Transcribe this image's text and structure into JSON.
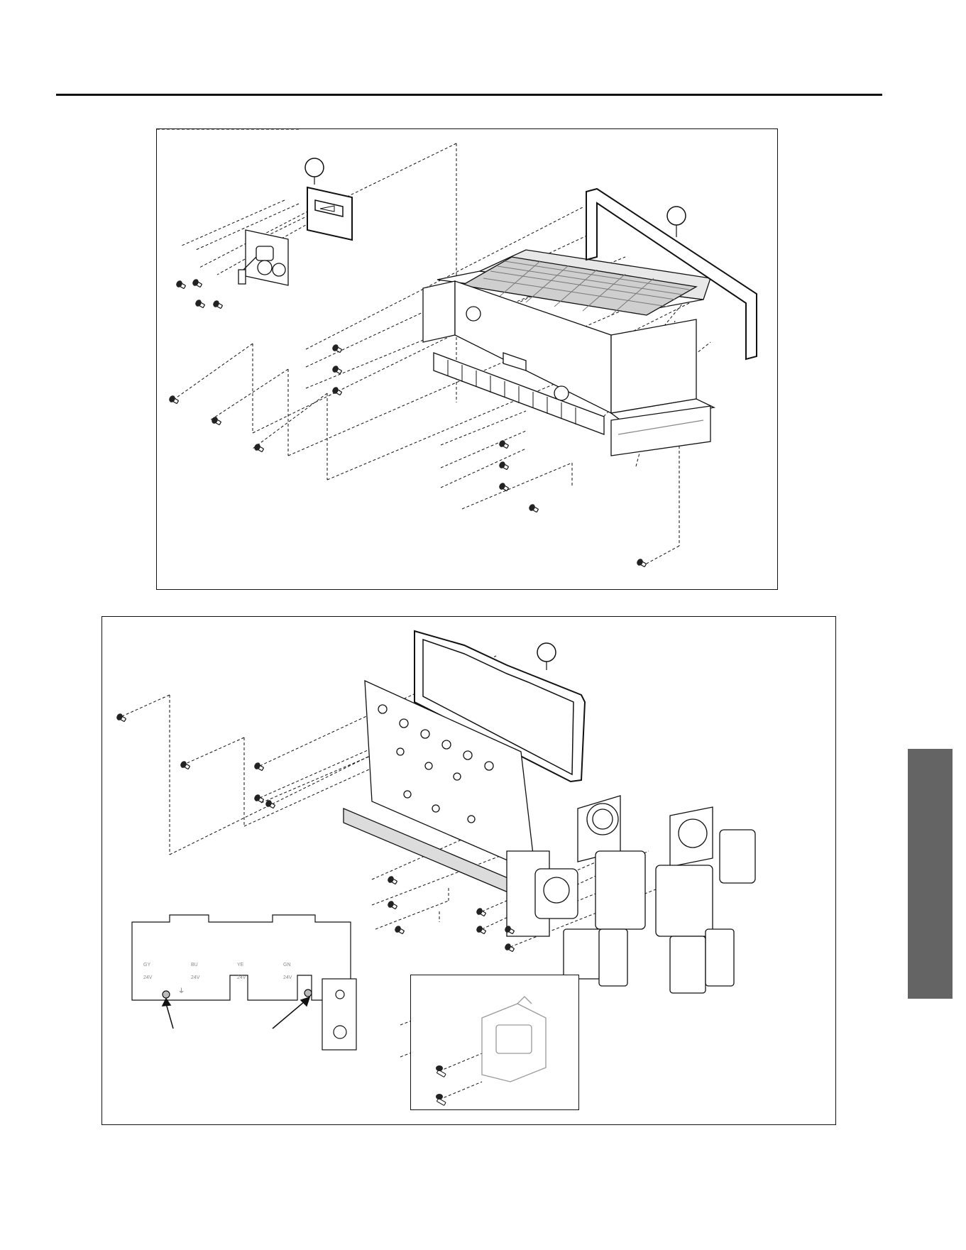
{
  "colors": {
    "line": "#111111",
    "frame_fill": "#ffffff",
    "side_tab": "#646464",
    "grey_part": "#9a9a9a"
  },
  "icons": {
    "screw": "screw-icon",
    "callout": "callout-circle"
  },
  "wiring_board": {
    "terminal_colors": [
      "GY",
      "BU",
      "YE",
      "GN"
    ],
    "terminal_voltages": [
      "24V",
      "24V",
      "24V",
      "24V"
    ],
    "ground_symbol": "⏚"
  }
}
